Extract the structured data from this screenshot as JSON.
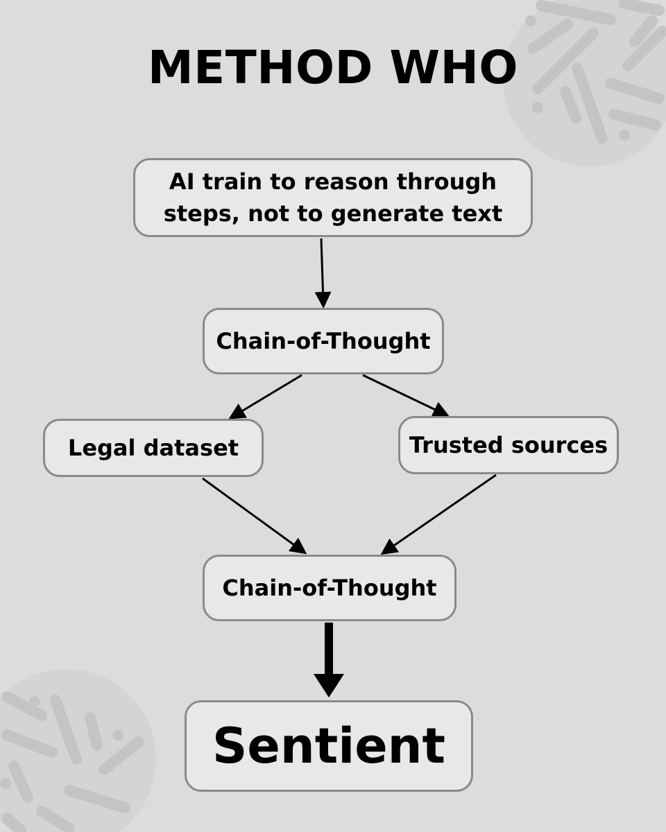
{
  "title": "METHOD WHO",
  "nodes": {
    "top": [
      "AI train to reason through",
      "steps, not to generate text"
    ],
    "cot_1": "Chain-of-Thought",
    "legal": "Legal dataset",
    "trusted": "Trusted sources",
    "cot_2": "Chain-of-Thought",
    "sentient": "Sentient"
  },
  "colors": {
    "background": "#dcdcdc",
    "node_fill": "#e8e8e8",
    "node_border": "#8a8a8a",
    "decor": "#c4c4c4",
    "decor_circle": "#d4d4d4",
    "arrow": "#000000"
  },
  "edges": [
    {
      "from": "top",
      "to": "cot_1"
    },
    {
      "from": "cot_1",
      "to": "legal"
    },
    {
      "from": "cot_1",
      "to": "trusted"
    },
    {
      "from": "legal",
      "to": "cot_2"
    },
    {
      "from": "trusted",
      "to": "cot_2"
    },
    {
      "from": "cot_2",
      "to": "sentient"
    }
  ]
}
